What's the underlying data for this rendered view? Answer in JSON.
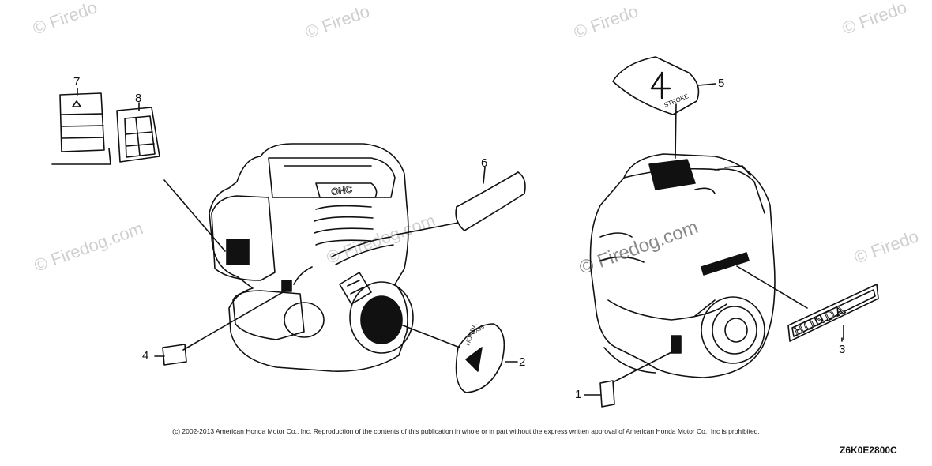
{
  "watermark_text": "© Firedog.com",
  "watermark_text_short": "© Firedo",
  "callouts": {
    "part_1": "1",
    "part_2": "2",
    "part_3": "3",
    "part_4": "4",
    "part_5": "5",
    "part_6": "6",
    "part_7": "7",
    "part_8": "8"
  },
  "engine_marking": "OHC",
  "emblem_brand": "HONDA",
  "emblem_model": "GX35",
  "stroke_label": "STROKE",
  "four_glyph": "4",
  "copyright": "(c) 2002-2013 American Honda Motor Co., Inc. Reproduction of the contents of this publication in whole or in part without the express written approval of American Honda Motor Co., Inc is prohibited.",
  "diagram_code": "Z6K0E2800C",
  "colors": {
    "line": "#111111",
    "watermark": "#cfcfcf"
  }
}
